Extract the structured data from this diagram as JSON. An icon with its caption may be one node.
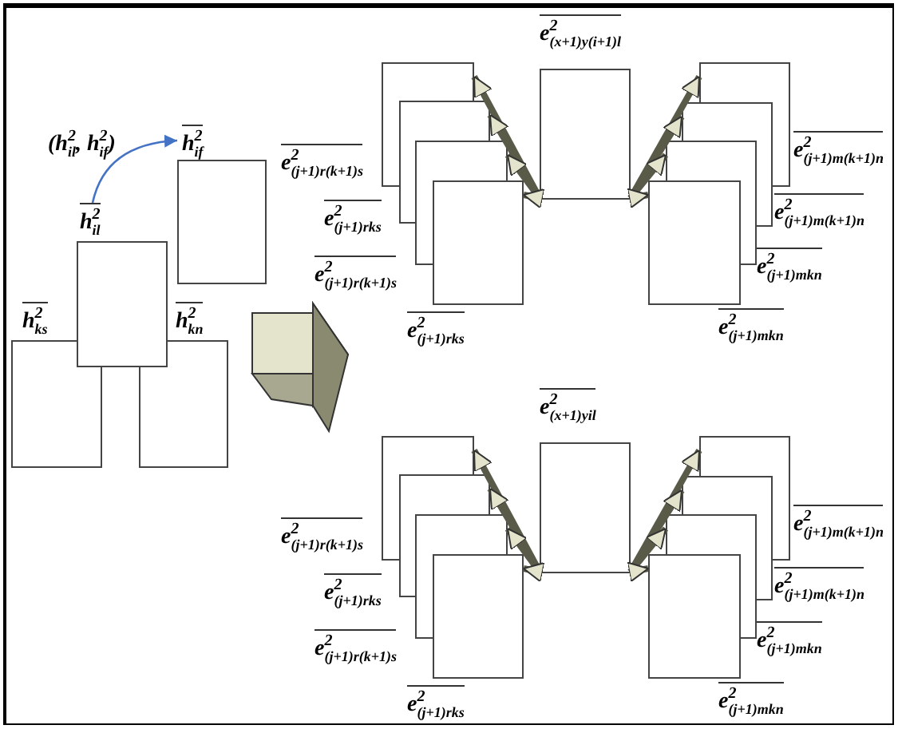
{
  "diagram": {
    "nodes": [
      {
        "text": [
          "h$^{2}$$_{if}$"
        ]
      },
      {
        "text": [
          "h$^{2}$$_{il}$"
        ]
      },
      {
        "text": [
          "h$^{2}$$_{ks}$"
        ]
      },
      {
        "text": [
          "h$^{2}$$_{kn}$"
        ]
      },
      {
        "text": [
          "e$^{2}$$_{(x+1)y(i+1)l}$"
        ]
      },
      {
        "text": [
          "e$^{2}$$_{(j+1)r(k+1)s}$"
        ]
      },
      {
        "text": [
          "e$^{2}$$_{(j+1)rks}$"
        ]
      },
      {
        "text": [
          "e$^{2}$$_{(j+1)r(k+1)s}$"
        ]
      },
      {
        "text": [
          "e$^{2}$$_{(j+1)rks}$"
        ]
      },
      {
        "text": [
          "e$^{2}$$_{(j+1)m(k+1)n}$"
        ]
      },
      {
        "text": [
          "e$^{2}$$_{(j+1)m(k+1)n}$"
        ]
      },
      {
        "text": [
          "e$^{2}$$_{(j+1)mkn}$"
        ]
      },
      {
        "text": [
          "e$^{2}$$_{(j+1)mkn}$"
        ]
      },
      {
        "text": [
          "e$^{2}$$_{(x+1)yil}$"
        ]
      },
      {
        "text": [
          "e$^{2}$$_{(j+1)r(k+1)s}$"
        ]
      },
      {
        "text": [
          "e$^{2}$$_{(j+1)rks}$"
        ]
      },
      {
        "text": [
          "e$^{2}$$_{(j+1)r(k+1)s}$"
        ]
      },
      {
        "text": [
          "e$^{2}$$_{(j+1)rks}$"
        ]
      },
      {
        "text": [
          "e$^{2}$$_{(j+1)m(k+1)n}$"
        ]
      },
      {
        "text": [
          "e$^{2}$$_{(j+1)m(k+1)n}$"
        ]
      },
      {
        "text": [
          "e$^{2}$$_{(j+1)mkn}$"
        ]
      },
      {
        "text": [
          "e$^{2}$$_{(j+1)mkn}$"
        ]
      }
    ],
    "edges": [
      {
        "from": 1,
        "to": 0,
        "arrow": "to",
        "label": "(h$^{2}$$_{il}$, h$^{2}$$_{if}$)",
        "color": "#4472c4"
      },
      {
        "from": 4,
        "to": 5,
        "arrow": "to"
      },
      {
        "from": 4,
        "to": 6,
        "arrow": "to"
      },
      {
        "from": 4,
        "to": 7,
        "arrow": "to"
      },
      {
        "from": 4,
        "to": 8,
        "arrow": "to"
      },
      {
        "from": 4,
        "to": 9,
        "arrow": "to"
      },
      {
        "from": 4,
        "to": 10,
        "arrow": "to"
      },
      {
        "from": 4,
        "to": 11,
        "arrow": "to"
      },
      {
        "from": 4,
        "to": 12,
        "arrow": "to"
      },
      {
        "from": 13,
        "to": 14,
        "arrow": "to"
      },
      {
        "from": 13,
        "to": 15,
        "arrow": "to"
      },
      {
        "from": 13,
        "to": 16,
        "arrow": "to"
      },
      {
        "from": 13,
        "to": 17,
        "arrow": "to"
      },
      {
        "from": 13,
        "to": 18,
        "arrow": "to"
      },
      {
        "from": 13,
        "to": 19,
        "arrow": "to"
      },
      {
        "from": 13,
        "to": 20,
        "arrow": "to"
      },
      {
        "from": 13,
        "to": 21,
        "arrow": "to"
      }
    ]
  }
}
